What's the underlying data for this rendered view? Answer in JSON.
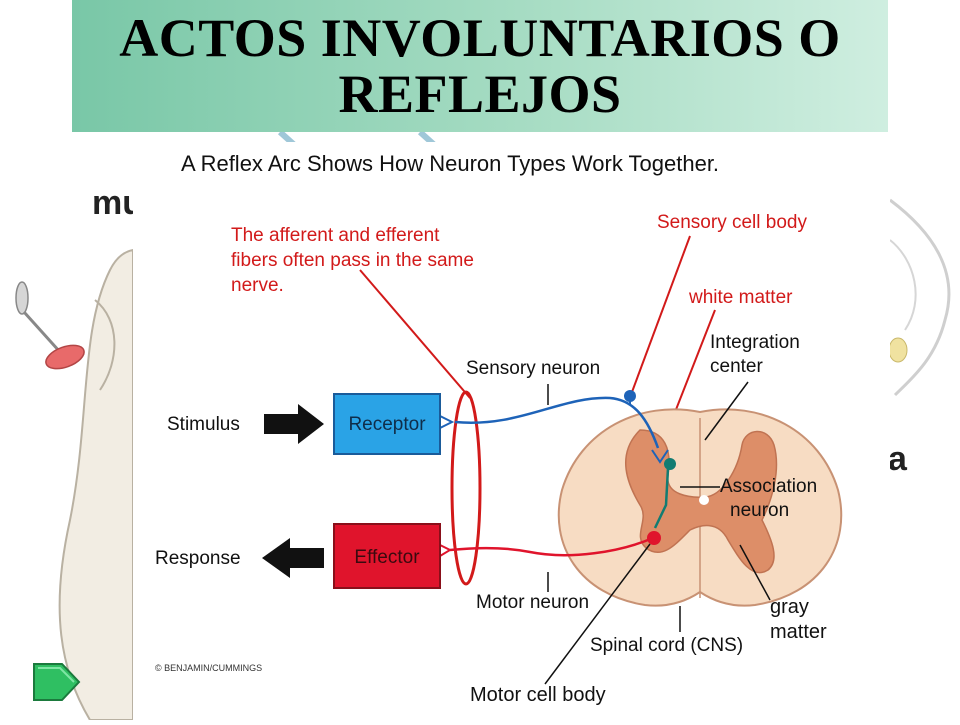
{
  "slide": {
    "title_line1": "ACTOS INVOLUNTARIOS O",
    "title_line2": "REFLEJOS",
    "background_fragment_left": "mu",
    "background_fragment_right": "a"
  },
  "diagram": {
    "heading": "A Reflex Arc Shows How Neuron Types Work Together.",
    "note_line1": "The afferent and efferent",
    "note_line2": "fibers often pass in the same",
    "note_line3": "nerve.",
    "sensory_cell_body": "Sensory cell body",
    "white_matter": "white matter",
    "integration_line1": "Integration",
    "integration_line2": "center",
    "sensory_neuron": "Sensory neuron",
    "stimulus": "Stimulus",
    "receptor": "Receptor",
    "association_line1": "Association",
    "association_line2": "neuron",
    "response": "Response",
    "effector": "Effector",
    "motor_neuron": "Motor neuron",
    "gray_line1": "gray",
    "gray_line2": "matter",
    "spinal_cord": "Spinal cord (CNS)",
    "credit": "© BENJAMIN/CUMMINGS",
    "motor_cell_body": "Motor cell body"
  },
  "colors": {
    "title_band": "#79c7a7",
    "receptor_fill": "#2aa3e6",
    "effector_fill": "#e0142c",
    "annotation_red": "#d21a1a",
    "sensory_blue": "#1e63b8",
    "association_teal": "#127c72",
    "motor_red": "#e0142c",
    "cord_cream": "#f7dcc3",
    "gray_matter": "#dd8e68",
    "nav_green": "#2fbf62"
  }
}
